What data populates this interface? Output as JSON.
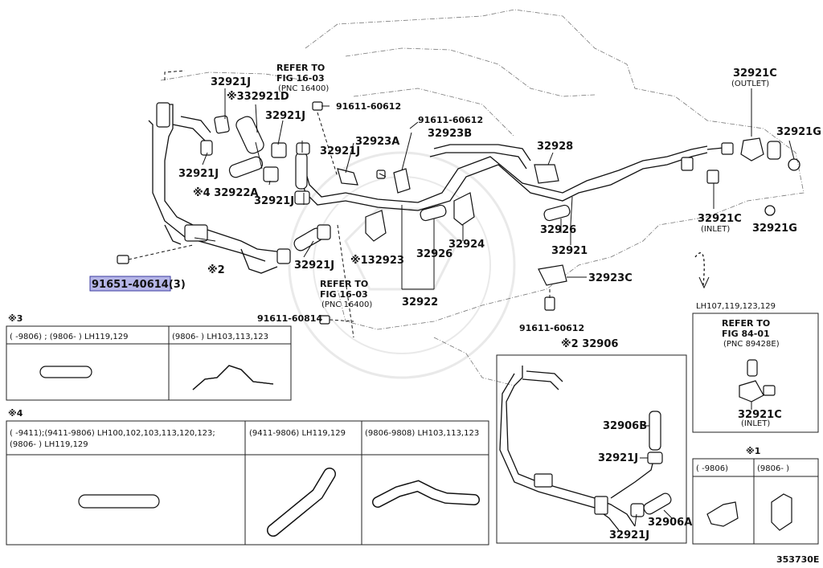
{
  "labels": {
    "p32921c_outlet": "32921C",
    "outlet": "(OUTLET)",
    "p32921g_a": "32921G",
    "p32921g_b": "32921G",
    "p32921c_inlet": "32921C",
    "inlet": "(INLET)",
    "p32928": "32928",
    "p32926_r": "32926",
    "p32921_r": "32921",
    "p32923c": "32923C",
    "p91611_60612_a": "91611-60612",
    "p91611_60612_b": "91611-60612",
    "p91611_60612_c": "91611-60612",
    "p32923b": "32923B",
    "p32923a": "32923A",
    "p32921j_1": "32921J",
    "p32921d": "※332921D",
    "p32921j_2": "32921J",
    "p32921j_3": "32921J",
    "p32921j_4": "32921J",
    "p32921j_5": "32921J",
    "p32921j_6": "32921J",
    "p32922a": "※4 32922A",
    "p32924": "32924",
    "p32926_c": "32926",
    "p32922": "32922",
    "p32923": "※132923",
    "p2": "※2",
    "p91651": "91651-40614(3)",
    "refer_a_1": "REFER TO",
    "refer_a_2": "FIG 16-03",
    "refer_a_3": "(PNC 16400)",
    "refer_b_1": "REFER TO",
    "refer_b_2": "FIG 16-03",
    "refer_b_3": "(PNC 16400)",
    "p91611_60814": "91611-60814",
    "p32906": "※2 32906",
    "p32906b": "32906B",
    "p32921j_7": "32921J",
    "p32921j_8": "32921J",
    "p32906a": "32906A",
    "lh_models": "LH107,119,123,129",
    "refer_c_1": "REFER TO",
    "refer_c_2": "FIG 84-01",
    "refer_c_3": "(PNC 89428E)",
    "p32921c_inlet2": "32921C",
    "inlet2": "(INLET)",
    "note1": "※1",
    "note3": "※3",
    "note4": "※4",
    "note1_h1": "(      -9806)",
    "note1_h2": "(9806-      )",
    "note3_h1": "(      -9806) ; (9806-        ) LH119,129",
    "note3_h2": "(9806-        ) LH103,113,123",
    "note4_h1a": "(      -9411);(9411-9806) LH100,102,103,113,120,123;",
    "note4_h1b": "(9806-        ) LH119,129",
    "note4_h2": "(9411-9806) LH119,129",
    "note4_h3": "(9806-9808) LH103,113,123",
    "figure_id": "353730E"
  },
  "colors": {
    "highlight": "#b6b6e8",
    "line": "#111111"
  }
}
